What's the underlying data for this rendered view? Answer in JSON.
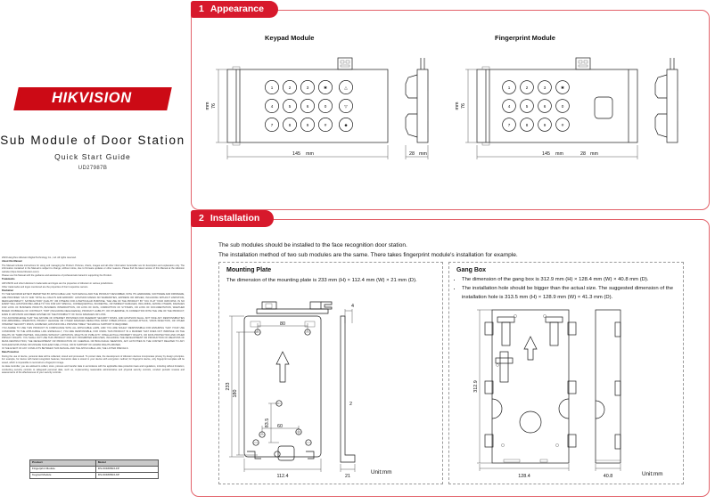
{
  "cover": {
    "brand": "HIKVISION",
    "title": "Sub Module of Door Station",
    "subtitle": "Quick Start Guide",
    "doc_code": "UD27987B",
    "legal": {
      "copyright": "2023 Hangzhou Hikvision Digital Technology Co., Ltd. All rights reserved.",
      "about_heading": "About this Manual",
      "about_body": "The Manual includes instructions for using and managing the Product. Pictures, charts, images and all other information hereinafter are for description and explanation only. The information contained in the Manual is subject to change, without notice, due to firmware updates or other reasons. Please find the latest version of this Manual at the Hikvision website (https://www.hikvision.com/).",
      "about_body2": "Please use this Manual with the guidance and assistance of professionals trained in supporting the Product.",
      "trademarks_heading": "Trademarks",
      "trademarks_body": "HIKVISION and other Hikvision's trademarks and logos are the properties of Hikvision in various jurisdictions.",
      "trademarks_body2": "Other trademarks and logos mentioned are the properties of their respective owners.",
      "disclaimer_heading": "Disclaimer",
      "disclaimer_body": "TO THE MAXIMUM EXTENT PERMITTED BY APPLICABLE LAW, THIS MANUAL AND THE PRODUCT DESCRIBED, WITH ITS HARDWARE, SOFTWARE AND FIRMWARE, ARE PROVIDED \"AS IS\" AND \"WITH ALL FAULTS AND ERRORS\". HIKVISION MAKES NO WARRANTIES, EXPRESS OR IMPLIED, INCLUDING WITHOUT LIMITATION, MERCHANTABILITY, SATISFACTORY QUALITY, OR FITNESS FOR A PARTICULAR PURPOSE. THE USE OF THE PRODUCT BY YOU IS AT YOUR OWN RISK. IN NO EVENT WILL HIKVISION BE LIABLE TO YOU FOR ANY SPECIAL, CONSEQUENTIAL, INCIDENTAL, OR INDIRECT DAMAGES, INCLUDING, AMONG OTHERS, DAMAGES FOR LOSS OF BUSINESS PROFITS, BUSINESS INTERRUPTION, OR LOSS OF DATA, CORRUPTION OF SYSTEMS, OR LOSS OF DOCUMENTATION, WHETHER BASED ON BREACH OF CONTRACT, TORT (INCLUDING NEGLIGENCE), PRODUCT LIABILITY, OR OTHERWISE, IN CONNECTION WITH THE USE OF THE PRODUCT, EVEN IF HIKVISION HAS BEEN ADVISED OF THE POSSIBILITY OF SUCH DAMAGES OR LOSS.",
      "disclaimer_body2": "YOU ACKNOWLEDGE THAT THE NATURE OF INTERNET PROVIDES FOR INHERENT SECURITY RISKS, AND HIKVISION SHALL NOT TAKE ANY RESPONSIBILITIES FOR ABNORMAL OPERATION, PRIVACY LEAKAGE OR OTHER DAMAGES RESULTING FROM CYBER-ATTACK, HACKER ATTACK, VIRUS INFECTION, OR OTHER INTERNET SECURITY RISKS; HOWEVER, HIKVISION WILL PROVIDE TIMELY TECHNICAL SUPPORT IF REQUIRED.",
      "disclaimer_body3": "YOU AGREE TO USE THIS PRODUCT IN COMPLIANCE WITH ALL APPLICABLE LAWS, AND YOU ARE SOLELY RESPONSIBLE FOR ENSURING THAT YOUR USE CONFORMS TO THE APPLICABLE LAW. ESPECIALLY, YOU ARE RESPONSIBLE, FOR USING THIS PRODUCT IN A MANNER THAT DOES NOT INFRINGE ON THE RIGHTS OF THIRD PARTIES, INCLUDING WITHOUT LIMITATION, RIGHTS OF PUBLICITY, INTELLECTUAL PROPERTY RIGHTS, OR DATA PROTECTION AND OTHER PRIVACY RIGHTS. YOU SHALL NOT USE THIS PRODUCT FOR ANY PROHIBITED END-USES, INCLUDING THE DEVELOPMENT OR PRODUCTION OF WEAPONS OF MASS DESTRUCTION, THE DEVELOPMENT OR PRODUCTION OF CHEMICAL OR BIOLOGICAL WEAPONS, ANY ACTIVITIES IN THE CONTEXT RELATED TO ANY NUCLEAR EXPLOSIVE OR UNSAFE NUCLEAR FUEL-CYCLE, OR IN SUPPORT OF HUMAN RIGHTS ABUSES.",
      "disclaimer_body4": "IN THE EVENT OF ANY CONFLICTS BETWEEN THIS MANUAL AND THE APPLICABLE LAW, THE LATTER PREVAILS.",
      "data_heading": "Data Protection",
      "data_body": "During the use of device, personal data will be collected, stored and processed. To protect data, the development of Hikvision devices incorporates privacy by design principles. For example, for device with facial recognition features, biometrics data is stored in your device with encryption method; for fingerprint device, only fingerprint template will be saved, which is impossible to reconstruct a fingerprint image.",
      "data_body2": "As data controller, you are advised to collect, store, process and transfer data in accordance with the applicable data protection laws and regulations, including without limitation, conducting security controls to safeguard personal data, such as, implementing reasonable administrative and physical security controls, conduct periodic reviews and assessments of the effectiveness of your security controls."
    },
    "model_table": {
      "headers": [
        "Product",
        "Model"
      ],
      "rows": [
        [
          "Fingerprint Module",
          "DS-KDM9503-FP"
        ],
        [
          "Keypad Module",
          "DS-KDM9503-KP"
        ]
      ]
    }
  },
  "sections": {
    "appearance": {
      "number": "1",
      "name": "Appearance",
      "keypad_title": "Keypad Module",
      "fingerprint_title": "Fingerprint Module",
      "keypad_dims": {
        "height": "76",
        "width": "145",
        "depth": "28",
        "unit": "mm"
      },
      "fingerprint_dims": {
        "height": "76",
        "width": "145",
        "depth": "28",
        "unit": "mm"
      },
      "keypad_keys": [
        "1",
        "2",
        "3",
        "✱",
        "△",
        "4",
        "5",
        "6",
        "0",
        "▽",
        "7",
        "8",
        "9",
        "#",
        "☻"
      ],
      "fingerprint_keys": [
        "1",
        "2",
        "3",
        "✱",
        "4",
        "5",
        "6",
        "0",
        "7",
        "8",
        "9",
        "#"
      ]
    },
    "installation": {
      "number": "2",
      "name": "Installation",
      "note_line1": "The sub modules should be installed to the face recognition door station.",
      "note_line2": "The installation method of two sub modules are the same. There takes fingerprint module's installation for example.",
      "mounting_plate": {
        "title": "Mounting Plate",
        "body": "The dimension of the mounting plate is 233 mm (H) × 112.4 mm (W) × 21 mm (D).",
        "unit_label": "Unit:mm",
        "dims": {
          "h_total": "233",
          "h_inner": "180",
          "w_top": "80",
          "w_mid": "60",
          "h_mid": "83.5",
          "w_total": "112.4",
          "d_base": "21",
          "d_top": "4",
          "d_mid": "2"
        }
      },
      "gang_box": {
        "title": "Gang Box",
        "bullet1": "The dimension of the gang box is 312.9 mm (H) × 128.4 mm (W) × 40.8 mm (D).",
        "bullet2": "The installation hole should be bigger than the actual size. The suggested dimension of the installation hole is 313.5 mm (H) × 128.9 mm (W) × 41.3 mm (D).",
        "unit_label": "Unit:mm",
        "dims": {
          "height": "312.9",
          "width": "128.4",
          "depth": "40.8"
        }
      }
    }
  },
  "colors": {
    "brand_red": "#cc0a15",
    "tab_red": "#d7192c",
    "panel_border": "#e3636b"
  }
}
